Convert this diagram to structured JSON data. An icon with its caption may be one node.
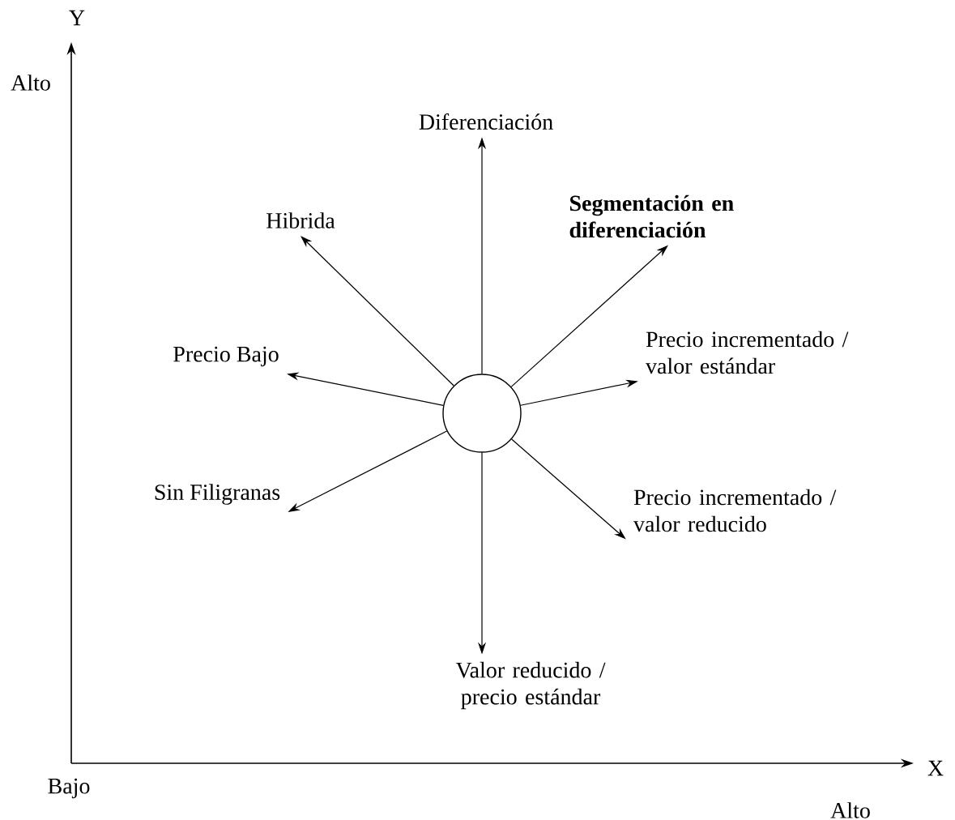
{
  "diagram": {
    "nodes": [
      {
        "text": [],
        "shape": "circle"
      },
      {
        "text": [
          "Diferenciación"
        ]
      },
      {
        "text": [
          "Segmentación en diferenciación"
        ]
      },
      {
        "text": [
          "Precio incrementado / valor estándar"
        ]
      },
      {
        "text": [
          "Precio incrementado / valor reducido"
        ]
      },
      {
        "text": [
          "Valor reducido / precio estándar"
        ]
      },
      {
        "text": [
          "Sin Filigranas"
        ]
      },
      {
        "text": [
          "Precio Bajo"
        ]
      },
      {
        "text": [
          "Hibrida"
        ]
      }
    ],
    "edges": [
      {
        "from": 0,
        "to": 1,
        "arrow": "to"
      },
      {
        "from": 0,
        "to": 2,
        "arrow": "to"
      },
      {
        "from": 0,
        "to": 3,
        "arrow": "to"
      },
      {
        "from": 0,
        "to": 4,
        "arrow": "to"
      },
      {
        "from": 0,
        "to": 5,
        "arrow": "to"
      },
      {
        "from": 0,
        "to": 6,
        "arrow": "to"
      },
      {
        "from": 0,
        "to": 7,
        "arrow": "to"
      },
      {
        "from": 0,
        "to": 8,
        "arrow": "to"
      }
    ],
    "labels": [
      "Y",
      "Alto",
      "Bajo",
      "X",
      "Alto"
    ]
  }
}
